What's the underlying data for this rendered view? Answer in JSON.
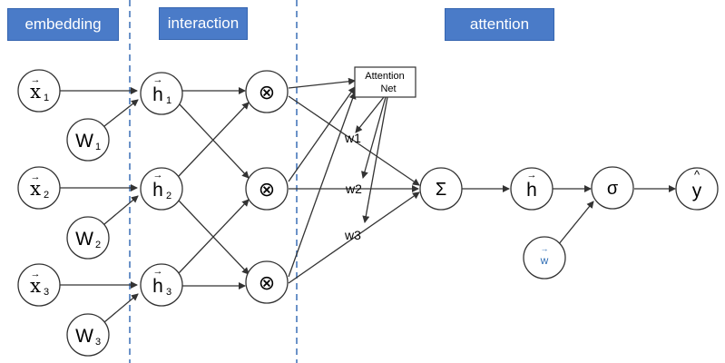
{
  "sections": {
    "embedding": "embedding",
    "interaction": "interaction",
    "attention": "attention"
  },
  "embedding": {
    "inputs": [
      {
        "base": "x",
        "sub": "1",
        "vec": "→"
      },
      {
        "base": "x",
        "sub": "2",
        "vec": "→"
      },
      {
        "base": "x",
        "sub": "3",
        "vec": "→"
      }
    ],
    "weights": [
      {
        "base": "W",
        "sub": "1"
      },
      {
        "base": "W",
        "sub": "2"
      },
      {
        "base": "W",
        "sub": "3"
      }
    ]
  },
  "interaction": {
    "hidden": [
      {
        "base": "h",
        "sub": "1",
        "vec": "→"
      },
      {
        "base": "h",
        "sub": "2",
        "vec": "→"
      },
      {
        "base": "h",
        "sub": "3",
        "vec": "→"
      }
    ],
    "product_symbol": "⊗"
  },
  "attention": {
    "net_label_line1": "Attention",
    "net_label_line2": "Net",
    "weights": [
      "w1",
      "w2",
      "w3"
    ],
    "sum_symbol": "Σ",
    "h_out": {
      "base": "h",
      "vec": "→"
    },
    "w_vec": {
      "base": "w",
      "vec": "→"
    },
    "sigma": "σ",
    "y_hat": {
      "base": "y",
      "hat": "^"
    }
  },
  "colors": {
    "section_fill": "#4a7bc8",
    "w_vec_text": "#2e6db4",
    "divider": "#3a6fb5"
  }
}
